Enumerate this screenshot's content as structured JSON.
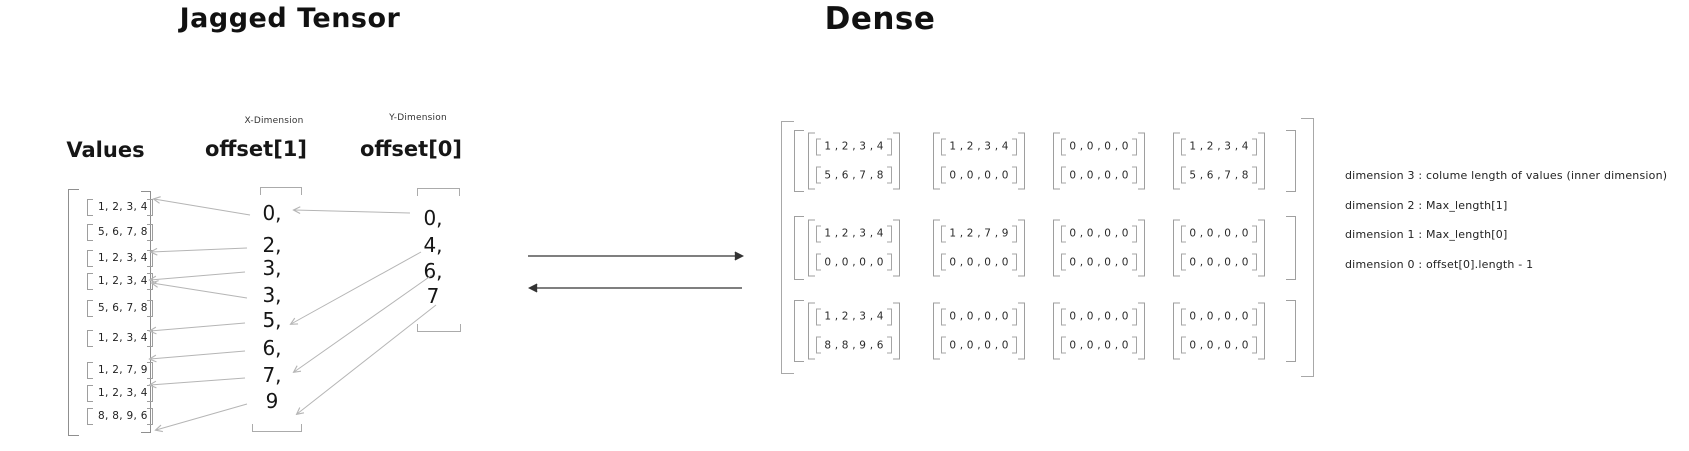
{
  "jagged": {
    "title": "Jagged Tensor",
    "values_label": "Values",
    "values_rows": [
      "1, 2, 3, 4",
      "5, 6, 7, 8",
      "1, 2, 3, 4",
      "1, 2, 3, 4",
      "5, 6, 7, 8",
      "1, 2, 3, 4",
      "1, 2, 7, 9",
      "1, 2, 3, 4",
      "8, 8, 9, 6"
    ],
    "x_dimension_label": "X-Dimension",
    "offset1_label": "offset[1]",
    "offset1_values": [
      "0,",
      "2,",
      "3,",
      "3,",
      "5,",
      "6,",
      "7,",
      "9"
    ],
    "y_dimension_label": "Y-Dimension",
    "offset0_label": "offset[0]",
    "offset0_values": [
      "0,",
      "4,",
      "6,",
      "7"
    ]
  },
  "dense": {
    "title": "Dense",
    "grid": [
      [
        [
          "1 , 2 , 3 , 4",
          "5 , 6 , 7 , 8"
        ],
        [
          "1 , 2 , 3 , 4",
          "0 , 0 , 0 , 0"
        ],
        [
          "0 , 0 , 0 , 0",
          "0 , 0 , 0 , 0"
        ],
        [
          "1 , 2 , 3 , 4",
          "5 , 6 , 7 , 8"
        ]
      ],
      [
        [
          "1 , 2 , 3 , 4",
          "0 , 0 , 0 , 0"
        ],
        [
          "1 , 2 , 7 , 9",
          "0 , 0 , 0 , 0"
        ],
        [
          "0 , 0 , 0 , 0",
          "0 , 0 , 0 , 0"
        ],
        [
          "0 , 0 , 0 , 0",
          "0 , 0 , 0 , 0"
        ]
      ],
      [
        [
          "1 , 2 , 3 , 4",
          "8 , 8 , 9 , 6"
        ],
        [
          "0 , 0 , 0 , 0",
          "0 , 0 , 0 , 0"
        ],
        [
          "0 , 0 , 0 , 0",
          "0 , 0 , 0 , 0"
        ],
        [
          "0 , 0 , 0 , 0",
          "0 , 0 , 0 , 0"
        ]
      ]
    ]
  },
  "annotations": [
    "dimension 3 : colume length of values (inner dimension)",
    "dimension 2 : Max_length[1]",
    "dimension 1 : Max_length[0]",
    "dimension 0 : offset[0].length - 1"
  ],
  "colors": {
    "ink": "#1c1c1c",
    "bracket": "#9e9e9e",
    "arrow_light": "#b5b5b5",
    "arrow_dark": "#333333"
  }
}
